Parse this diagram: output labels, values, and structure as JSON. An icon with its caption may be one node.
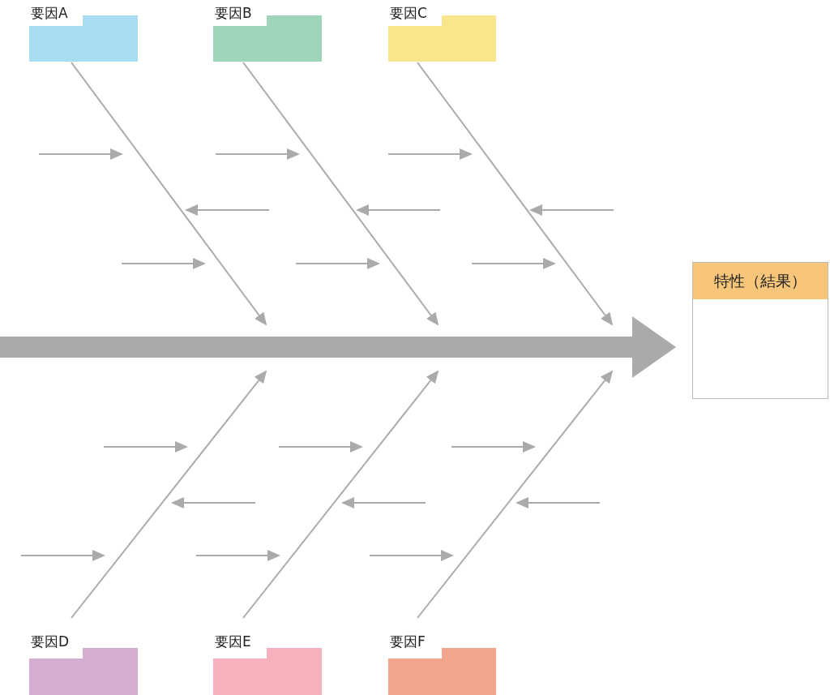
{
  "diagram": {
    "nodes": [
      {
        "text": [
          "要因A"
        ]
      },
      {
        "text": [
          "要因B"
        ]
      },
      {
        "text": [
          "要因C"
        ]
      },
      {
        "text": [
          "要因D"
        ]
      },
      {
        "text": [
          "要因E"
        ]
      },
      {
        "text": [
          "要因F"
        ]
      },
      {
        "text": [
          "特性（結果）"
        ]
      }
    ],
    "edges": [
      {
        "from": 0,
        "to": null,
        "arrow": "to"
      },
      {
        "from": 1,
        "to": null,
        "arrow": "to"
      },
      {
        "from": 2,
        "to": null,
        "arrow": "to"
      },
      {
        "from": 3,
        "to": null,
        "arrow": "to"
      },
      {
        "from": 4,
        "to": null,
        "arrow": "to"
      },
      {
        "from": 5,
        "to": null,
        "arrow": "to"
      },
      {
        "from": null,
        "to": 6,
        "arrow": "to",
        "style": "thick"
      }
    ]
  }
}
